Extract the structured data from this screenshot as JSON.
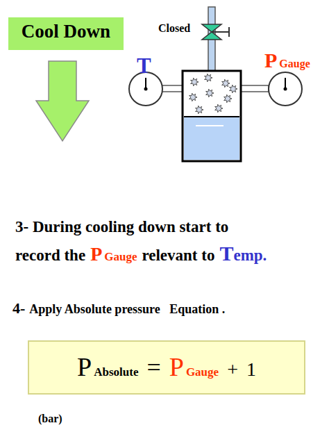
{
  "diagram": {
    "nodes": [
      {
        "text": [
          "Cool Down"
        ]
      },
      {
        "text": [
          "P",
          "Absolute",
          "=",
          "P",
          "Gauge",
          "+",
          "1"
        ]
      }
    ],
    "labels": [
      "Closed",
      "T",
      "P",
      "Gauge",
      "3- During cooling down start to",
      "record the",
      "P",
      "Gauge",
      "relevant to",
      "T",
      "emp.",
      "4-",
      "Apply Absolute pressure   Equation .",
      "(bar)"
    ]
  }
}
